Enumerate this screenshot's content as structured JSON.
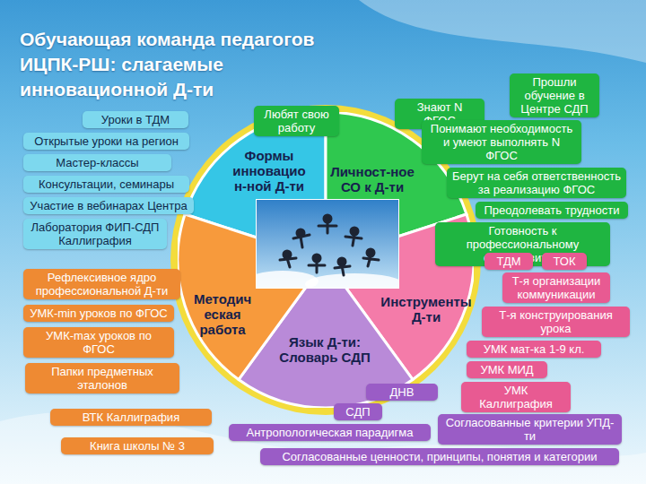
{
  "diagram": {
    "title": "Обучающая команда педагогов ИЦПК-РШ: слагаемые инновационной Д-ти",
    "nodes": [
      {
        "text": [
          "Формы инновацио н-ной Д-ти"
        ]
      },
      {
        "text": [
          "Личност-ное СО к Д-ти"
        ]
      },
      {
        "text": [
          "Инструменты Д-ти"
        ]
      },
      {
        "text": [
          "Язык Д-ти: Словарь СДП"
        ]
      },
      {
        "text": [
          "Методич еская работа"
        ]
      },
      {
        "text": [
          "Уроки в ТДМ"
        ]
      },
      {
        "text": [
          "Открытые уроки на регион"
        ]
      },
      {
        "text": [
          "Мастер-классы"
        ]
      },
      {
        "text": [
          "Консультации, семинары"
        ]
      },
      {
        "text": [
          "Участие в вебинарах Центра"
        ]
      },
      {
        "text": [
          "Лаборатория ФИП-СДП Каллиграфия"
        ]
      },
      {
        "text": [
          "Любят свою работу"
        ]
      },
      {
        "text": [
          "Знают N ФГОС"
        ]
      },
      {
        "text": [
          "Прошли обучение в Центре СДП"
        ]
      },
      {
        "text": [
          "Понимают необходимость и умеют выполнять N ФГОС"
        ]
      },
      {
        "text": [
          "Берут на себя ответственность за реализацию ФГОС"
        ]
      },
      {
        "text": [
          "Преодолевать трудности"
        ]
      },
      {
        "text": [
          "Готовность к профессиональному саморазвитию"
        ]
      },
      {
        "text": [
          "ТДМ"
        ]
      },
      {
        "text": [
          "ТОК"
        ]
      },
      {
        "text": [
          "Т-я организации коммуникации"
        ]
      },
      {
        "text": [
          "Т-я конструирования урока"
        ]
      },
      {
        "text": [
          "УМК мат-ка 1-9 кл."
        ]
      },
      {
        "text": [
          "УМК МИД"
        ]
      },
      {
        "text": [
          "УМК Каллиграфия"
        ]
      },
      {
        "text": [
          "Рефлексивное ядро профессиональной Д-ти"
        ]
      },
      {
        "text": [
          "УМК-min уроков по ФГОС"
        ]
      },
      {
        "text": [
          "УМК-max уроков по ФГОС"
        ]
      },
      {
        "text": [
          "Папки предметных эталонов"
        ]
      },
      {
        "text": [
          "ВТК Каллиграфия"
        ]
      },
      {
        "text": [
          "Книга школы № 3"
        ]
      },
      {
        "text": [
          "ДНВ"
        ]
      },
      {
        "text": [
          "СДП"
        ]
      },
      {
        "text": [
          "Антропологическая парадигма"
        ]
      },
      {
        "text": [
          "Согласованные критерии УПД-ти"
        ]
      },
      {
        "text": [
          "Согласованные ценности, принципы, понятия и категории"
        ]
      }
    ]
  }
}
